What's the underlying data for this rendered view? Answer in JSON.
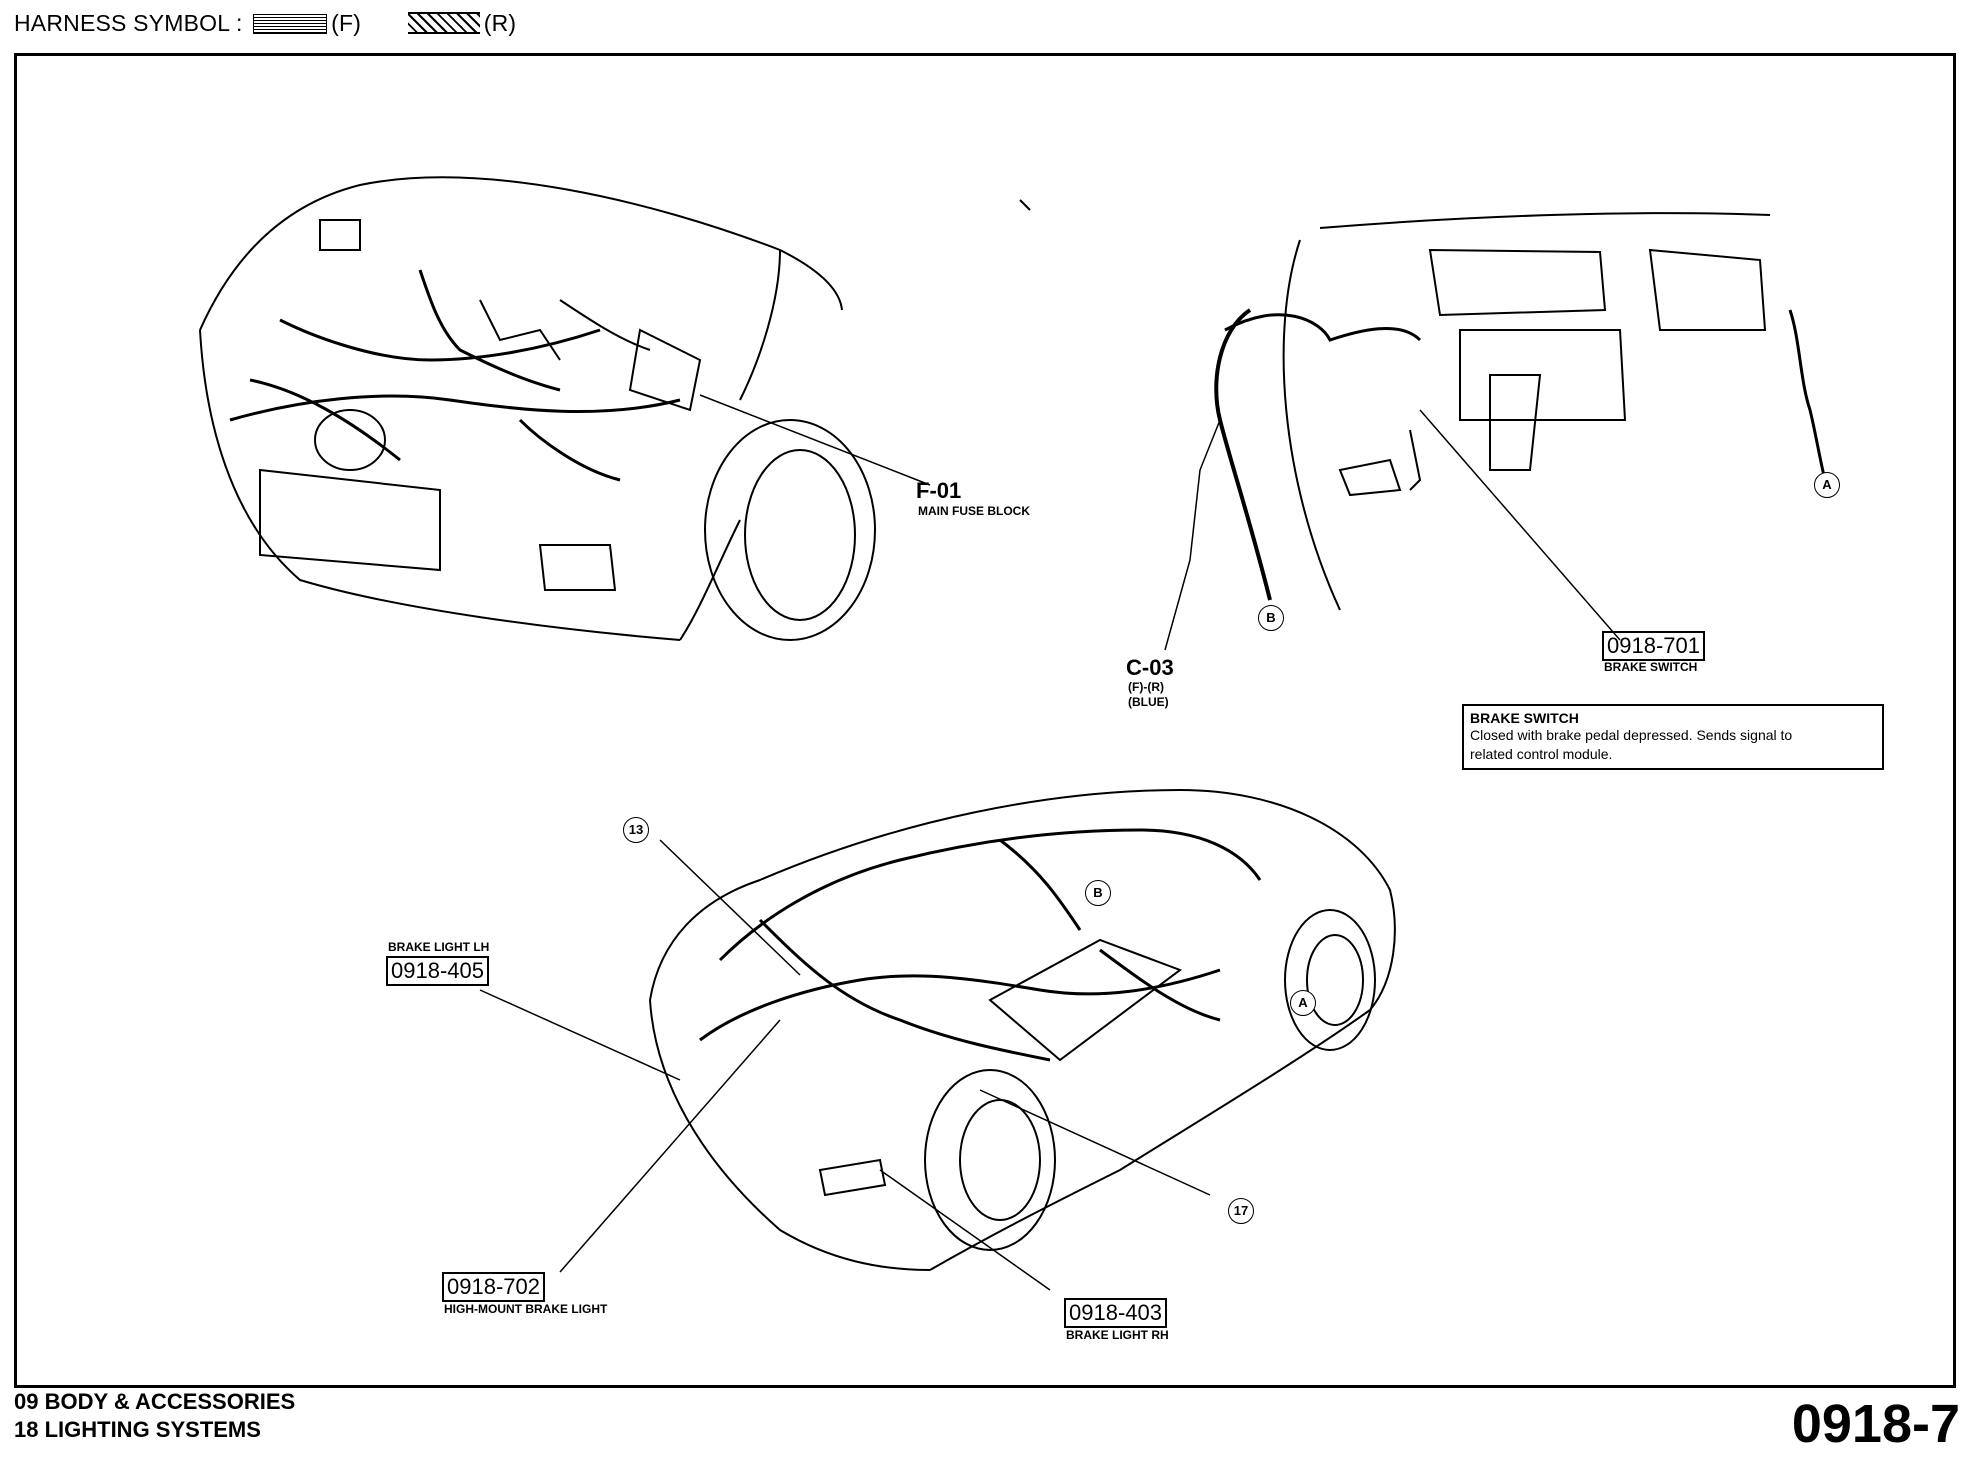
{
  "header": {
    "label": "HARNESS SYMBOL :",
    "sym_f": "(F)",
    "sym_r": "(R)"
  },
  "engine_bay": {
    "code": "F-01",
    "name": "MAIN FUSE BLOCK"
  },
  "dash": {
    "connector": {
      "code": "C-03",
      "line1": "(F)-(R)",
      "line2": "(BLUE)"
    },
    "switch": {
      "code": "0918-701",
      "name": "BRAKE SWITCH"
    },
    "marker_a": "A",
    "marker_b": "B"
  },
  "info_box": {
    "title": "BRAKE SWITCH",
    "line1": "Closed with brake pedal depressed. Sends signal to",
    "line2": "related control module."
  },
  "rear": {
    "brake_lh": {
      "name": "BRAKE LIGHT LH",
      "code": "0918-405"
    },
    "brake_rh": {
      "code": "0918-403",
      "name": "BRAKE LIGHT RH"
    },
    "high_mount": {
      "code": "0918-702",
      "name": "HIGH-MOUNT BRAKE LIGHT"
    },
    "callout_13": "13",
    "callout_17": "17",
    "marker_a": "A",
    "marker_b": "B"
  },
  "footer": {
    "line1": "09  BODY & ACCESSORIES",
    "line2": "18  LIGHTING SYSTEMS",
    "page": "0918-7"
  }
}
